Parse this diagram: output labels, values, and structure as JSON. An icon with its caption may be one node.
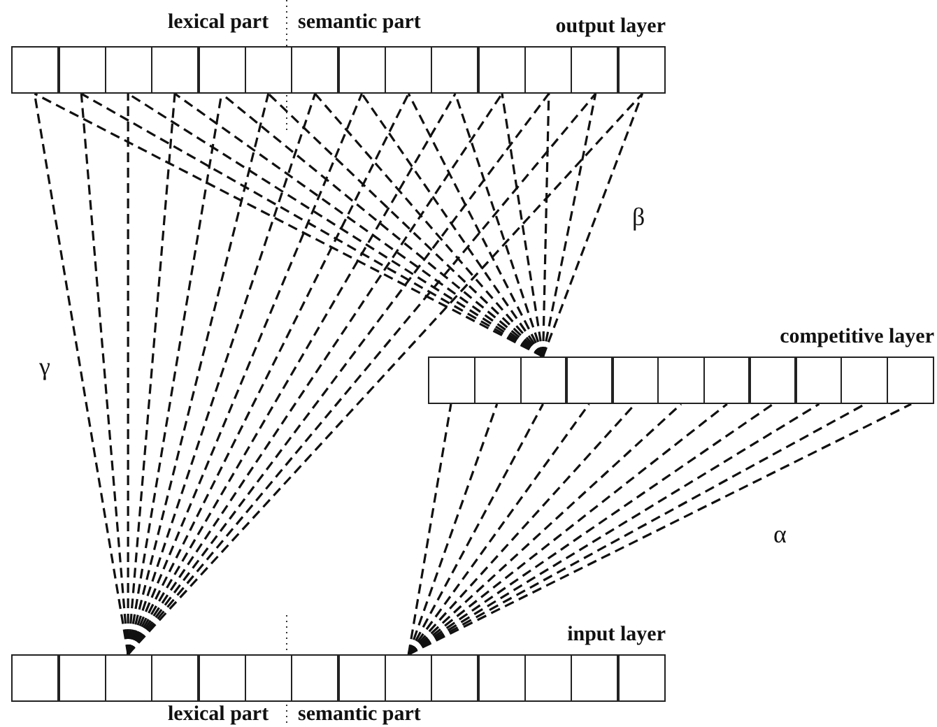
{
  "diagram": {
    "nodes": [
      {
        "text": [
          "output layer"
        ]
      },
      {
        "text": [],
        "shape": "box",
        "in": 0
      },
      {
        "text": [],
        "shape": "box",
        "in": 0
      },
      {
        "text": [],
        "shape": "box",
        "in": 0
      },
      {
        "text": [],
        "shape": "box",
        "in": 0
      },
      {
        "text": [],
        "shape": "box",
        "in": 0
      },
      {
        "text": [],
        "shape": "box",
        "in": 0
      },
      {
        "text": [],
        "shape": "box",
        "in": 0
      },
      {
        "text": [],
        "shape": "box",
        "in": 0
      },
      {
        "text": [],
        "shape": "box",
        "in": 0
      },
      {
        "text": [],
        "shape": "box",
        "in": 0
      },
      {
        "text": [],
        "shape": "box",
        "in": 0
      },
      {
        "text": [],
        "shape": "box",
        "in": 0
      },
      {
        "text": [],
        "shape": "box",
        "in": 0
      },
      {
        "text": [],
        "shape": "box",
        "in": 0
      },
      {
        "text": [
          "competitive layer"
        ]
      },
      {
        "text": [],
        "shape": "box",
        "in": 15
      },
      {
        "text": [],
        "shape": "box",
        "in": 15
      },
      {
        "text": [],
        "shape": "box",
        "in": 15
      },
      {
        "text": [],
        "shape": "box",
        "in": 15
      },
      {
        "text": [],
        "shape": "box",
        "in": 15
      },
      {
        "text": [],
        "shape": "box",
        "in": 15
      },
      {
        "text": [],
        "shape": "box",
        "in": 15
      },
      {
        "text": [],
        "shape": "box",
        "in": 15
      },
      {
        "text": [],
        "shape": "box",
        "in": 15
      },
      {
        "text": [],
        "shape": "box",
        "in": 15
      },
      {
        "text": [],
        "shape": "box",
        "in": 15
      },
      {
        "text": [
          "input layer"
        ]
      },
      {
        "text": [],
        "shape": "box",
        "in": 27
      },
      {
        "text": [],
        "shape": "box",
        "in": 27
      },
      {
        "text": [],
        "shape": "box",
        "in": 27
      },
      {
        "text": [],
        "shape": "box",
        "in": 27
      },
      {
        "text": [],
        "shape": "box",
        "in": 27
      },
      {
        "text": [],
        "shape": "box",
        "in": 27
      },
      {
        "text": [],
        "shape": "box",
        "in": 27
      },
      {
        "text": [],
        "shape": "box",
        "in": 27
      },
      {
        "text": [],
        "shape": "box",
        "in": 27
      },
      {
        "text": [],
        "shape": "box",
        "in": 27
      },
      {
        "text": [],
        "shape": "box",
        "in": 27
      },
      {
        "text": [],
        "shape": "box",
        "in": 27
      },
      {
        "text": [],
        "shape": "box",
        "in": 27
      },
      {
        "text": [],
        "shape": "box",
        "in": 27
      }
    ],
    "edges": [
      {
        "from": 30,
        "to": 1,
        "arrow": "none",
        "style": "dashed"
      },
      {
        "from": 30,
        "to": 2,
        "arrow": "none",
        "style": "dashed"
      },
      {
        "from": 30,
        "to": 3,
        "arrow": "none",
        "style": "dashed"
      },
      {
        "from": 30,
        "to": 4,
        "arrow": "none",
        "style": "dashed"
      },
      {
        "from": 30,
        "to": 5,
        "arrow": "none",
        "style": "dashed"
      },
      {
        "from": 30,
        "to": 6,
        "arrow": "none",
        "style": "dashed"
      },
      {
        "from": 30,
        "to": 7,
        "arrow": "none",
        "style": "dashed"
      },
      {
        "from": 30,
        "to": 8,
        "arrow": "none",
        "style": "dashed"
      },
      {
        "from": 30,
        "to": 9,
        "arrow": "none",
        "style": "dashed"
      },
      {
        "from": 30,
        "to": 10,
        "arrow": "none",
        "style": "dashed"
      },
      {
        "from": 30,
        "to": 11,
        "arrow": "none",
        "style": "dashed"
      },
      {
        "from": 30,
        "to": 12,
        "arrow": "none",
        "style": "dashed"
      },
      {
        "from": 30,
        "to": 13,
        "arrow": "none",
        "style": "dashed"
      },
      {
        "from": 30,
        "to": 14,
        "arrow": "none",
        "style": "dashed"
      },
      {
        "from": 18,
        "to": 1,
        "arrow": "none",
        "style": "dashed"
      },
      {
        "from": 18,
        "to": 2,
        "arrow": "none",
        "style": "dashed"
      },
      {
        "from": 18,
        "to": 3,
        "arrow": "none",
        "style": "dashed"
      },
      {
        "from": 18,
        "to": 4,
        "arrow": "none",
        "style": "dashed"
      },
      {
        "from": 18,
        "to": 5,
        "arrow": "none",
        "style": "dashed"
      },
      {
        "from": 18,
        "to": 6,
        "arrow": "none",
        "style": "dashed"
      },
      {
        "from": 18,
        "to": 7,
        "arrow": "none",
        "style": "dashed"
      },
      {
        "from": 18,
        "to": 8,
        "arrow": "none",
        "style": "dashed"
      },
      {
        "from": 18,
        "to": 9,
        "arrow": "none",
        "style": "dashed"
      },
      {
        "from": 18,
        "to": 10,
        "arrow": "none",
        "style": "dashed"
      },
      {
        "from": 18,
        "to": 11,
        "arrow": "none",
        "style": "dashed"
      },
      {
        "from": 18,
        "to": 12,
        "arrow": "none",
        "style": "dashed"
      },
      {
        "from": 18,
        "to": 13,
        "arrow": "none",
        "style": "dashed"
      },
      {
        "from": 18,
        "to": 14,
        "arrow": "none",
        "style": "dashed"
      },
      {
        "from": 36,
        "to": 16,
        "arrow": "none",
        "style": "dashed"
      },
      {
        "from": 36,
        "to": 17,
        "arrow": "none",
        "style": "dashed"
      },
      {
        "from": 36,
        "to": 18,
        "arrow": "none",
        "style": "dashed"
      },
      {
        "from": 36,
        "to": 19,
        "arrow": "none",
        "style": "dashed"
      },
      {
        "from": 36,
        "to": 20,
        "arrow": "none",
        "style": "dashed"
      },
      {
        "from": 36,
        "to": 21,
        "arrow": "none",
        "style": "dashed"
      },
      {
        "from": 36,
        "to": 22,
        "arrow": "none",
        "style": "dashed"
      },
      {
        "from": 36,
        "to": 23,
        "arrow": "none",
        "style": "dashed"
      },
      {
        "from": 36,
        "to": 24,
        "arrow": "none",
        "style": "dashed"
      },
      {
        "from": 36,
        "to": 25,
        "arrow": "none",
        "style": "dashed"
      },
      {
        "from": 36,
        "to": 26,
        "arrow": "none",
        "style": "dashed"
      }
    ],
    "labels": [
      "lexical part",
      "semantic part",
      "β",
      "γ",
      "α",
      "lexical part",
      "semantic part"
    ]
  }
}
